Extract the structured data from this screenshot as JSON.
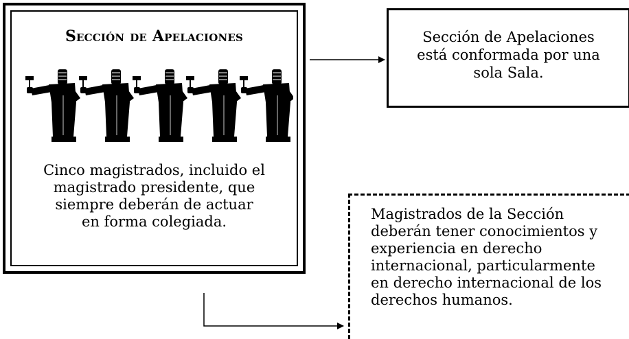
{
  "main_box": {
    "title": "Sección de Apelaciones",
    "description": [
      "Cinco magistrados, incluido el",
      "magistrado presidente, que",
      "siempre deberán de actuar",
      "en forma colegiada."
    ],
    "judge_icon": "judge-with-gavel-icon"
  },
  "info_box": {
    "lines": [
      "Sección de Apelaciones",
      "está conformada por una",
      "sola Sala."
    ]
  },
  "requirements_box": {
    "lines": [
      "Magistrados de la Sección",
      "deberán tener conocimientos y",
      "experiencia en derecho",
      "internacional, particularmente",
      "en derecho internacional de los",
      "derechos humanos."
    ]
  }
}
